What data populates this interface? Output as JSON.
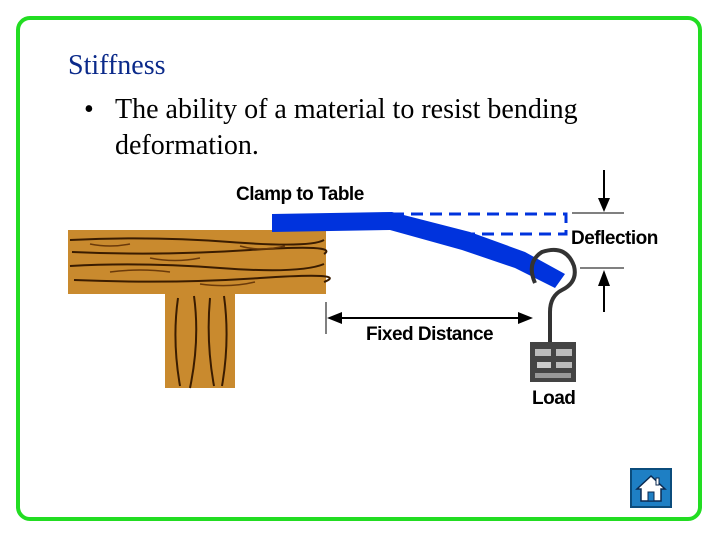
{
  "slide": {
    "title": "Stiffness",
    "bullet": "The ability of a material to resist bending deformation.",
    "bullet_symbol": "•"
  },
  "diagram": {
    "labels": {
      "clamp": "Clamp to Table",
      "deflection": "Deflection",
      "fixed_distance": "Fixed Distance",
      "load": "Load"
    }
  },
  "nav": {
    "home_icon": "home-icon"
  },
  "colors": {
    "frame": "#22dd22",
    "title": "#0b2a8a",
    "beam": "#0033dd",
    "wood": "#c98a2e",
    "home_button": "#1e7fc4"
  }
}
